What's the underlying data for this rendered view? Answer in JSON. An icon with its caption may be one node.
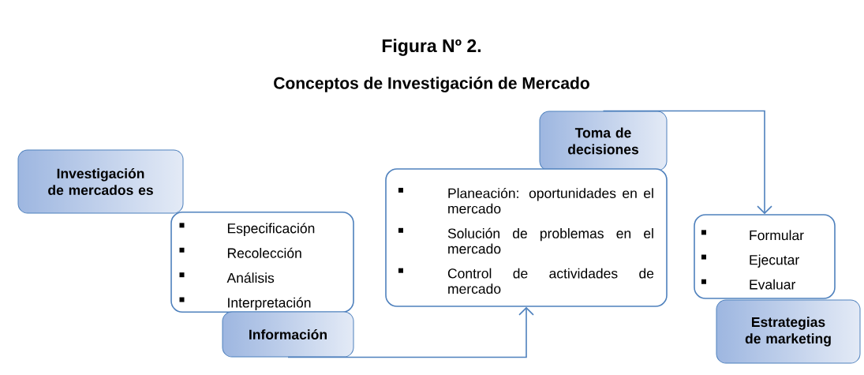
{
  "diagram": {
    "title": "Figura Nº 2.",
    "caption": "Conceptos de Investigación de Mercado",
    "nodes": [
      {
        "text": [
          "Investigación de mercados es"
        ]
      },
      {
        "text": [
          "Especificación",
          "Recolección",
          "Análisis",
          "Interpretación"
        ]
      },
      {
        "text": [
          "Información"
        ]
      },
      {
        "text": [
          "Toma de decisiones"
        ]
      },
      {
        "text": [
          "Planeación: oportunidades en el mercado",
          "Solución de problemas en el mercado",
          "Control de actividades de mercado"
        ]
      },
      {
        "text": [
          "Formular",
          "Ejecutar",
          "Evaluar"
        ]
      },
      {
        "text": [
          "Estrategias de marketing"
        ]
      }
    ],
    "edges": [
      {
        "from": 2,
        "to": 4,
        "arrow": "to"
      },
      {
        "from": 3,
        "to": 5,
        "arrow": "to"
      }
    ]
  }
}
